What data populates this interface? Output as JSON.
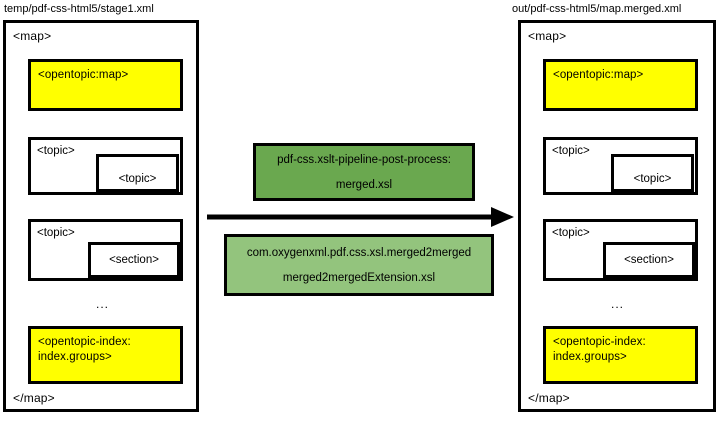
{
  "diagram": {
    "type": "flow-transformation",
    "title_left": "temp/pdf-css-html5/stage1.xml",
    "title_right": "out/pdf-css-html5/map.merged.xml",
    "colors": {
      "node_highlight": "#ffff00",
      "process_primary": "#6aa84f",
      "process_secondary": "#93c47d",
      "stroke": "#000000",
      "background": "#ffffff"
    },
    "left_panel": {
      "open_tag": "<map>",
      "close_tag": "</map>",
      "nodes": [
        {
          "kind": "highlight",
          "label": "<opentopic:map>"
        },
        {
          "kind": "container",
          "outer_label": "<topic>",
          "inner_label": "<topic>"
        },
        {
          "kind": "container",
          "outer_label": "<topic>",
          "inner_label": "<section>"
        },
        {
          "kind": "ellipsis",
          "label": "..."
        },
        {
          "kind": "highlight",
          "label_line1": "<opentopic-index:",
          "label_line2": "index.groups>"
        }
      ]
    },
    "right_panel": {
      "open_tag": "<map>",
      "close_tag": "</map>",
      "nodes": [
        {
          "kind": "highlight",
          "label": "<opentopic:map>"
        },
        {
          "kind": "container",
          "outer_label": "<topic>",
          "inner_label": "<topic>"
        },
        {
          "kind": "container",
          "outer_label": "<topic>",
          "inner_label": "<section>"
        },
        {
          "kind": "ellipsis",
          "label": "..."
        },
        {
          "kind": "highlight",
          "label_line1": "<opentopic-index:",
          "label_line2": "index.groups>"
        }
      ]
    },
    "processes": [
      {
        "id": "post-process",
        "color": "#6aa84f",
        "line1": "pdf-css.xslt-pipeline-post-process:",
        "line2": "merged.xsl"
      },
      {
        "id": "merged2merged",
        "color": "#93c47d",
        "line1": "com.oxygenxml.pdf.css.xsl.merged2merged",
        "line2": "merged2mergedExtension.xsl"
      }
    ],
    "arrow": {
      "direction": "right",
      "label": ""
    }
  }
}
